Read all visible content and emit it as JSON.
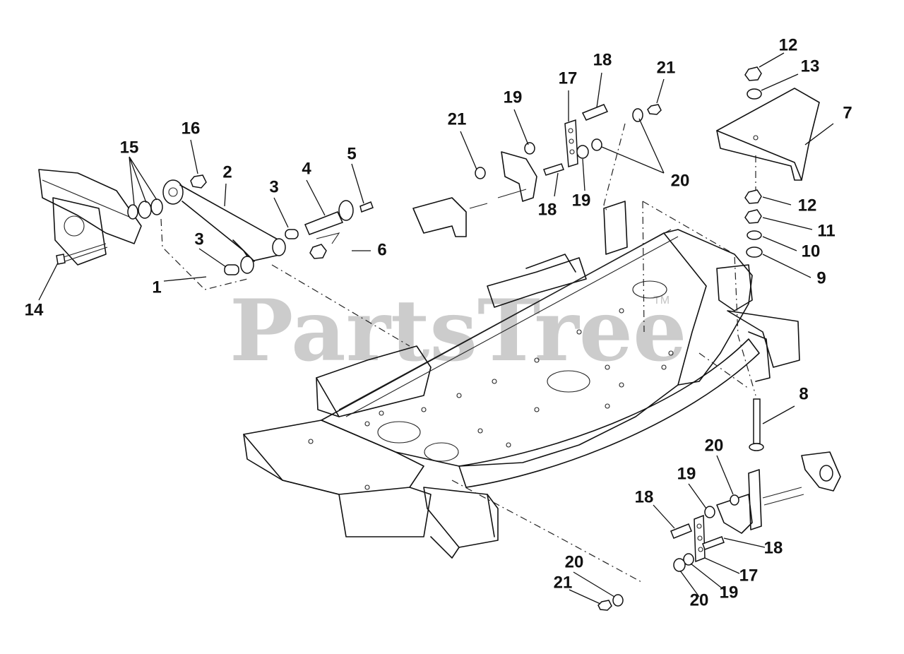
{
  "watermark": {
    "text": "PartsTree",
    "mark": "TM"
  },
  "callouts": {
    "c1": "1",
    "c2": "2",
    "c3a": "3",
    "c3b": "3",
    "c4": "4",
    "c5": "5",
    "c6": "6",
    "c7": "7",
    "c8": "8",
    "c9": "9",
    "c10": "10",
    "c11": "11",
    "c12a": "12",
    "c12b": "12",
    "c13": "13",
    "c14": "14",
    "c15": "15",
    "c16": "16",
    "c17a": "17",
    "c17b": "17",
    "c18a": "18",
    "c18b": "18",
    "c18c": "18",
    "c18d": "18",
    "c19a": "19",
    "c19b": "19",
    "c19c": "19",
    "c19d": "19",
    "c20a": "20",
    "c20b": "20",
    "c20c": "20",
    "c20d": "20",
    "c21a": "21",
    "c21b": "21",
    "c21c": "21"
  }
}
